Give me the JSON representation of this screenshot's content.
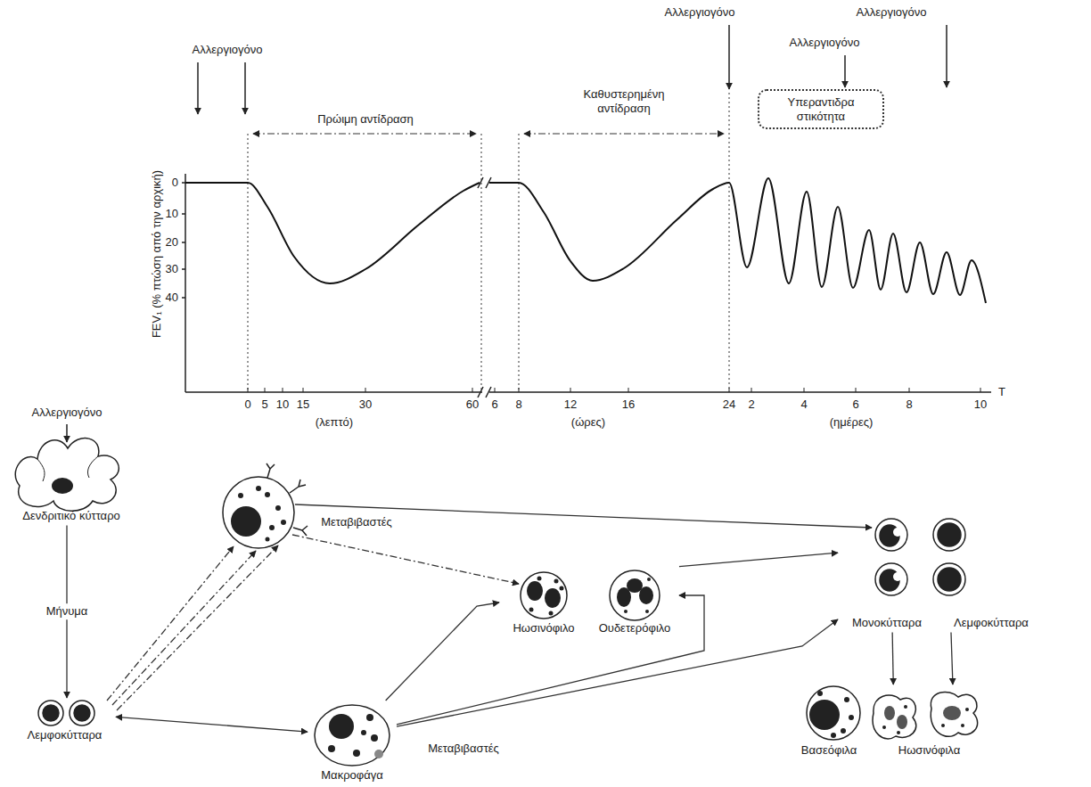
{
  "diagram": {
    "nodes": [
      {
        "text": [
          "Υπεραντιδρα στικότητα"
        ]
      },
      {
        "text": [
          "Δενδριτικό κύτταρο"
        ]
      },
      {
        "text": [
          "Ηωσινόφιλο"
        ]
      },
      {
        "text": [
          "Ουδετερόφιλο"
        ]
      },
      {
        "text": [
          "Μονοκύτταρα"
        ]
      },
      {
        "text": [
          "Λεμφοκύτταρα"
        ]
      },
      {
        "text": [
          "Λεμφοκύτταρα"
        ]
      },
      {
        "text": [
          "Μακροφάγα"
        ]
      },
      {
        "text": [
          "Βασεόφιλα"
        ]
      },
      {
        "text": [
          "Ηωσινόφιλα"
        ]
      }
    ],
    "edges": [
      {
        "from": 1,
        "to": 6,
        "arrow": "to",
        "label": "Μήνυμα"
      },
      {
        "from": 6,
        "to": 7,
        "arrow": "both"
      },
      {
        "from": 7,
        "to": 2,
        "arrow": "to"
      },
      {
        "from": 7,
        "to": 3,
        "arrow": "to"
      },
      {
        "from": 7,
        "to": 4,
        "arrow": "to"
      },
      {
        "from": 3,
        "to": 4,
        "arrow": "to"
      },
      {
        "from": 4,
        "to": 9,
        "arrow": "to"
      },
      {
        "from": 5,
        "to": 9,
        "arrow": "to"
      }
    ],
    "labels": [
      "Αλλεργιογόνο",
      "Αλλεργιογόνο",
      "Αλλεργιογόνο",
      "Αλλεργιογόνο",
      "Πρώιμη αντίδραση",
      "Καθυστερημένη αντίδραση",
      "FEV₁ (% πτώση από την αρχική)",
      "0",
      "10",
      "20",
      "30",
      "40",
      "0",
      "5",
      "10",
      "15",
      "30",
      "60",
      "6",
      "8",
      "12",
      "16",
      "24",
      "2",
      "4",
      "6",
      "8",
      "10",
      "T",
      "(λεπτό)",
      "(ώρες)",
      "(ημέρες)",
      "Αλλεργιογόνο",
      "Μεταβιβαστές",
      "Μεταβιβαστές"
    ]
  }
}
